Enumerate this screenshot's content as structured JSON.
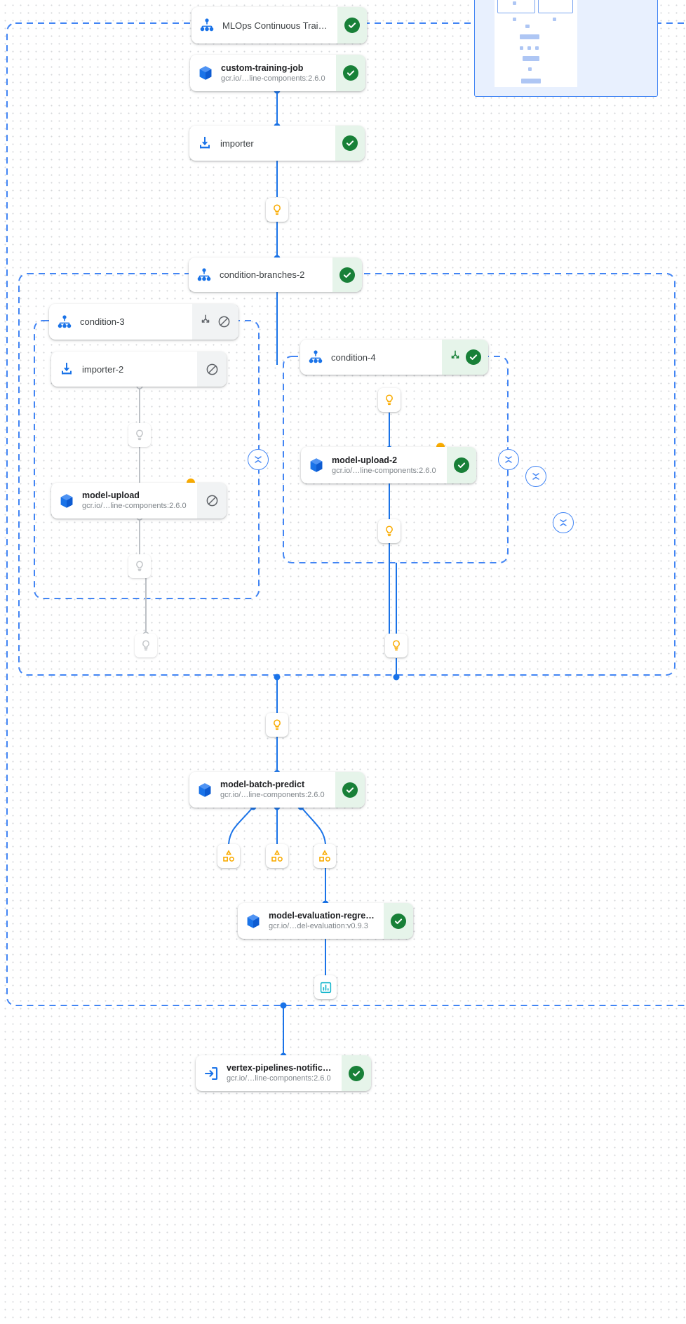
{
  "app": {
    "view": "pipeline-dag",
    "canvas_background": "#ffffff",
    "accent_color": "#1a73e8",
    "success_color": "#188038",
    "warning_color": "#f9ab00",
    "skipped_color": "#5f6368",
    "dashed_group_color": "#4285f4"
  },
  "nodes": [
    {
      "id": "mlops-continuous-training",
      "title": "MLOps Continuous Traini…",
      "subtitle": "",
      "icon": "pipeline-icon",
      "status": "succeeded",
      "status_icon": "check-circle-icon"
    },
    {
      "id": "custom-training-job",
      "title": "custom-training-job",
      "subtitle": "gcr.io/…line-components:2.6.0",
      "icon": "cube-icon",
      "status": "succeeded",
      "status_icon": "check-circle-icon"
    },
    {
      "id": "importer",
      "title": "importer",
      "subtitle": "",
      "icon": "import-icon",
      "status": "succeeded",
      "status_icon": "check-circle-icon"
    },
    {
      "id": "condition-branches-2",
      "title": "condition-branches-2",
      "subtitle": "",
      "icon": "pipeline-icon",
      "status": "succeeded",
      "status_icon": "check-circle-icon"
    },
    {
      "id": "condition-3",
      "title": "condition-3",
      "subtitle": "",
      "icon": "pipeline-icon",
      "status": "skipped",
      "status_icon": "branch-icon,block-icon"
    },
    {
      "id": "importer-2",
      "title": "importer-2",
      "subtitle": "",
      "icon": "import-icon",
      "status": "skipped",
      "status_icon": "block-icon"
    },
    {
      "id": "model-upload",
      "title": "model-upload",
      "subtitle": "gcr.io/…line-components:2.6.0",
      "icon": "cube-icon",
      "status": "skipped",
      "status_icon": "block-icon"
    },
    {
      "id": "condition-4",
      "title": "condition-4",
      "subtitle": "",
      "icon": "pipeline-icon",
      "status": "succeeded",
      "status_icon": "branch-icon,check-circle-icon"
    },
    {
      "id": "model-upload-2",
      "title": "model-upload-2",
      "subtitle": "gcr.io/…line-components:2.6.0",
      "icon": "cube-icon",
      "status": "succeeded",
      "status_icon": "check-circle-icon"
    },
    {
      "id": "model-batch-predict",
      "title": "model-batch-predict",
      "subtitle": "gcr.io/…line-components:2.6.0",
      "icon": "cube-icon",
      "status": "succeeded",
      "status_icon": "check-circle-icon"
    },
    {
      "id": "model-evaluation-regression",
      "title": "model-evaluation-regres…",
      "subtitle": "gcr.io/…del-evaluation:v0.9.3",
      "icon": "cube-icon",
      "status": "succeeded",
      "status_icon": "check-circle-icon"
    },
    {
      "id": "vertex-pipelines-notification",
      "title": "vertex-pipelines-notificat…",
      "subtitle": "gcr.io/…line-components:2.6.0",
      "icon": "exit-icon",
      "status": "succeeded",
      "status_icon": "check-circle-icon"
    }
  ],
  "artifact_tiles": [
    {
      "id": "parameter-1",
      "icon": "lightbulb-icon",
      "state": "active"
    },
    {
      "id": "parameter-2",
      "icon": "lightbulb-icon",
      "state": "skipped"
    },
    {
      "id": "parameter-3",
      "icon": "lightbulb-icon",
      "state": "skipped"
    },
    {
      "id": "parameter-4",
      "icon": "lightbulb-icon",
      "state": "skipped"
    },
    {
      "id": "parameter-5",
      "icon": "lightbulb-icon",
      "state": "active"
    },
    {
      "id": "parameter-6",
      "icon": "lightbulb-icon",
      "state": "active"
    },
    {
      "id": "parameter-7",
      "icon": "lightbulb-icon",
      "state": "active"
    },
    {
      "id": "parameter-8",
      "icon": "lightbulb-icon",
      "state": "active"
    },
    {
      "id": "dataset-1",
      "icon": "artifact-shapes-icon",
      "state": "active"
    },
    {
      "id": "dataset-2",
      "icon": "artifact-shapes-icon",
      "state": "active"
    },
    {
      "id": "dataset-3",
      "icon": "artifact-shapes-icon",
      "state": "active"
    },
    {
      "id": "metrics-1",
      "icon": "metrics-bar-icon",
      "state": "active"
    }
  ],
  "collapse_buttons": [
    {
      "id": "collapse-condition-3",
      "icon": "collapse-vertical-icon"
    },
    {
      "id": "collapse-condition-4",
      "icon": "collapse-vertical-icon"
    },
    {
      "id": "collapse-condition-branches-2-inner",
      "icon": "collapse-vertical-icon"
    },
    {
      "id": "collapse-condition-branches-2",
      "icon": "collapse-vertical-icon"
    },
    {
      "id": "collapse-root",
      "icon": "collapse-vertical-icon"
    }
  ],
  "groups": [
    {
      "id": "root-pipeline-group",
      "label": ""
    },
    {
      "id": "condition-branches-2-group",
      "label": ""
    },
    {
      "id": "condition-3-group",
      "label": ""
    },
    {
      "id": "condition-4-group",
      "label": ""
    }
  ],
  "minimap": {
    "id": "minimap",
    "label": ""
  }
}
